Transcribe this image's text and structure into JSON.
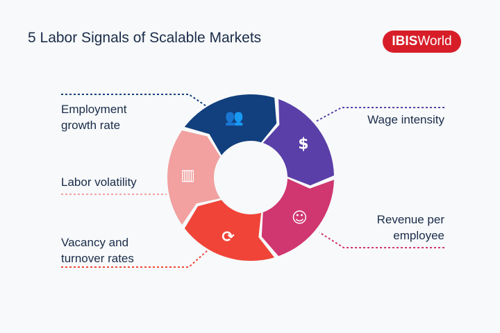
{
  "title": "5 Labor Signals of Scalable Markets",
  "logo": {
    "bold": "IBIS",
    "rest": "World",
    "color": "#d71e28"
  },
  "signals": [
    {
      "label_lines": [
        "Employment",
        "growth rate"
      ],
      "color": "#123f7d",
      "icon": "people-group-icon"
    },
    {
      "label_lines": [
        "Wage intensity"
      ],
      "color": "#5a3fa8",
      "icon": "hand-dollar-icon"
    },
    {
      "label_lines": [
        "Revenue per",
        "employee"
      ],
      "color": "#d0366f",
      "icon": "employee-dollar-icon"
    },
    {
      "label_lines": [
        "Vacancy and",
        "turnover rates"
      ],
      "color": "#f04438",
      "icon": "refresh-icon"
    },
    {
      "label_lines": [
        "Labor volatility"
      ],
      "color": "#f2a0a0",
      "icon": "declining-chart-icon"
    }
  ]
}
